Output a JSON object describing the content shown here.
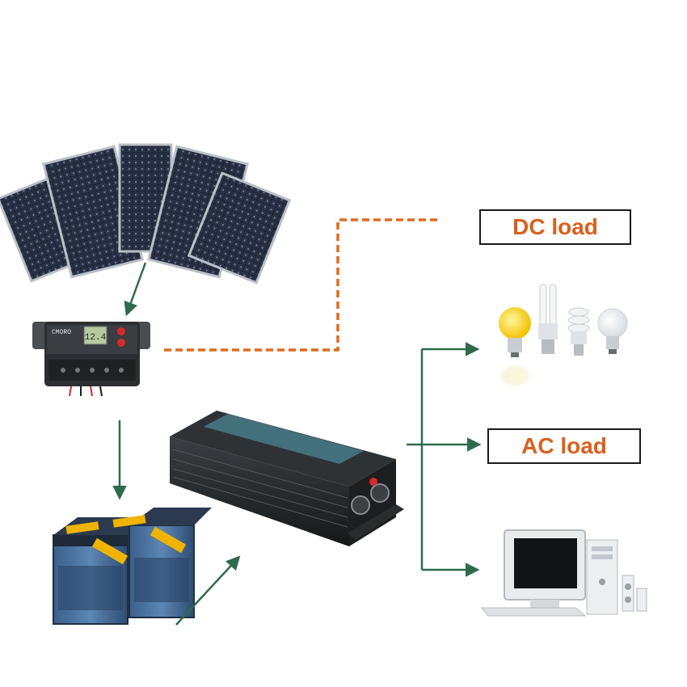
{
  "diagram": {
    "labels": {
      "dc_load": "DC load",
      "ac_load": "AC load"
    },
    "controller": {
      "brand": "CMORO",
      "lcd_reading": "12.4"
    },
    "colors": {
      "flow_arrow": "#2e6b4b",
      "dc_wire": "#e06a1c",
      "label_text": "#d9601e",
      "label_border": "#1a1a1a"
    },
    "components": [
      {
        "id": "solar-panels",
        "icon": "solar-panel-icon"
      },
      {
        "id": "charge-controller",
        "icon": "charge-controller-icon"
      },
      {
        "id": "batteries",
        "icon": "battery-icon"
      },
      {
        "id": "inverter",
        "icon": "inverter-icon"
      },
      {
        "id": "light-bulbs",
        "icon": "light-bulb-icon"
      },
      {
        "id": "computer",
        "icon": "computer-icon"
      }
    ]
  }
}
